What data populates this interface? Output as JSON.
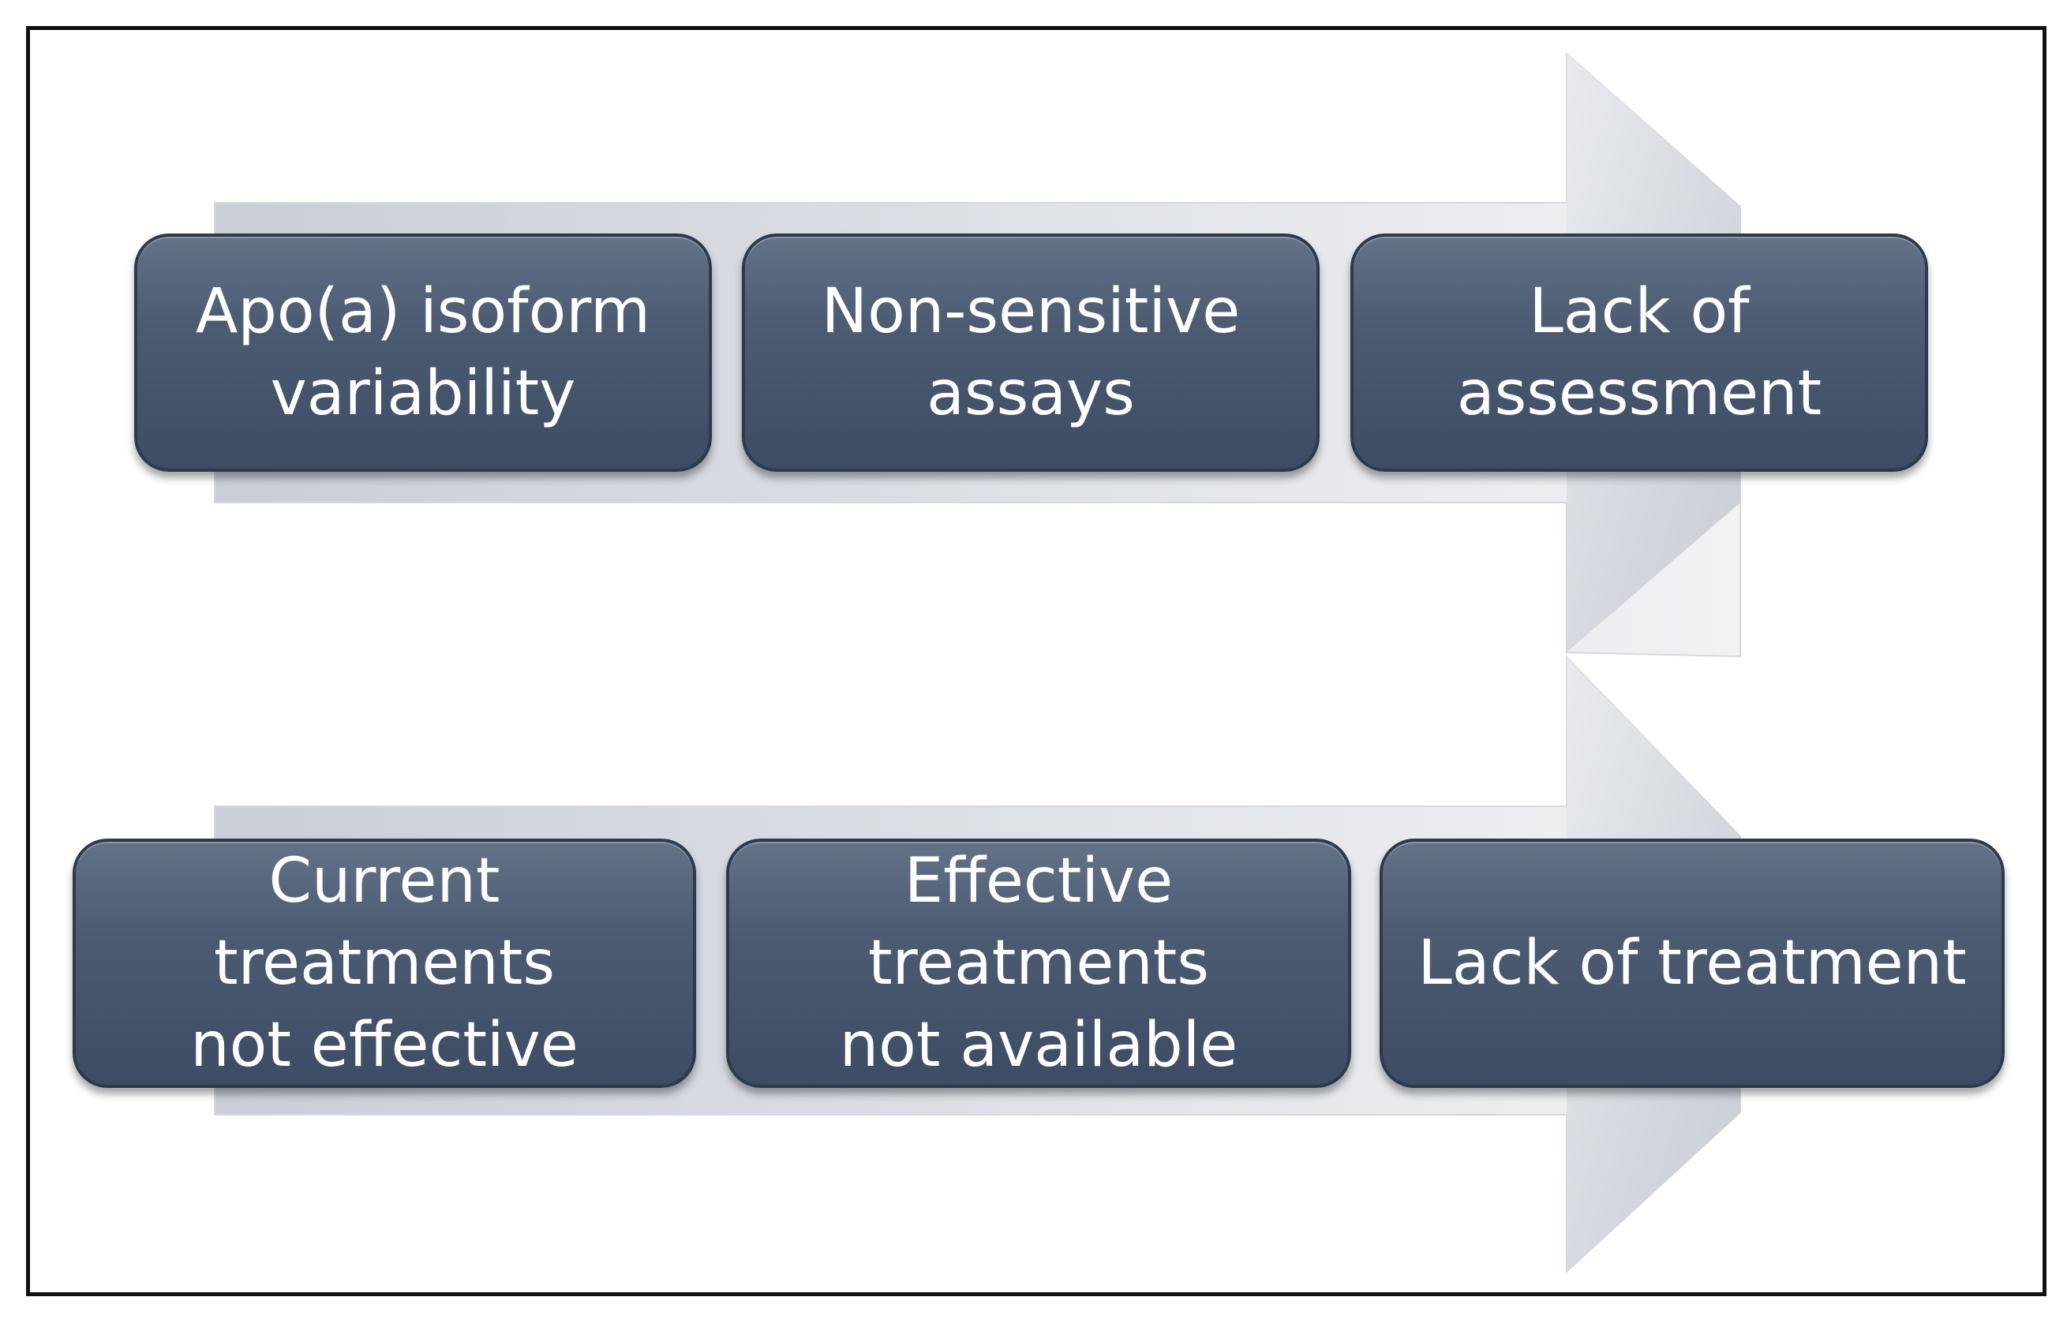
{
  "diagram": {
    "rows": [
      {
        "steps": [
          {
            "text": "Apo(a) isoform\nvariability"
          },
          {
            "text": "Non-sensitive\nassays"
          },
          {
            "text": "Lack of\nassessment"
          }
        ]
      },
      {
        "steps": [
          {
            "text": "Current treatments\nnot effective"
          },
          {
            "text": "Effective treatments\nnot available"
          },
          {
            "text": "Lack of treatment"
          }
        ]
      }
    ],
    "colors": {
      "box_fill_top": "#647288",
      "box_fill_bottom": "#3d4c64",
      "box_border": "#2c3a4d",
      "arrow_light": "#eceef1",
      "arrow_dark": "#c9ced6",
      "frame_border": "#111111",
      "text": "#ffffff"
    }
  }
}
